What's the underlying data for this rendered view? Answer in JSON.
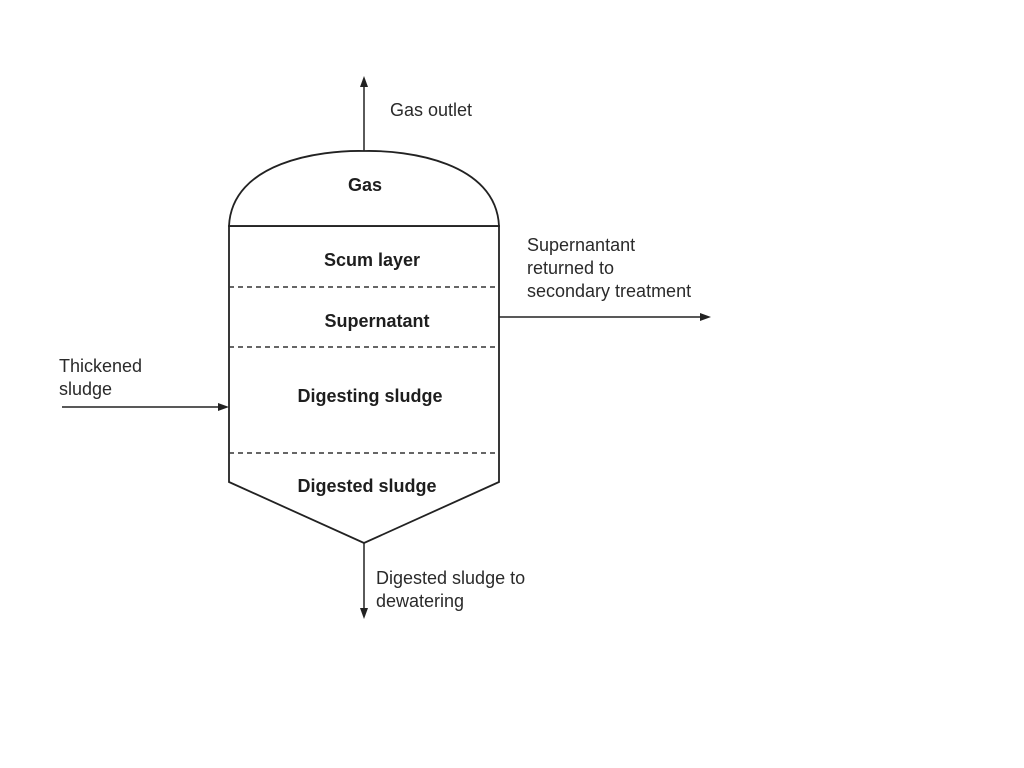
{
  "diagram": {
    "gas_outlet": "Gas outlet",
    "thickened_sludge": [
      "Thickened",
      "sludge"
    ],
    "supernatant_return": [
      "Supernantant",
      "returned to",
      "secondary treatment"
    ],
    "digested_outlet": [
      "Digested sludge to",
      "dewatering"
    ],
    "zones": {
      "gas": "Gas",
      "scum": "Scum layer",
      "supernatant": "Supernatant",
      "digesting": "Digesting sludge",
      "digested": "Digested sludge"
    }
  }
}
